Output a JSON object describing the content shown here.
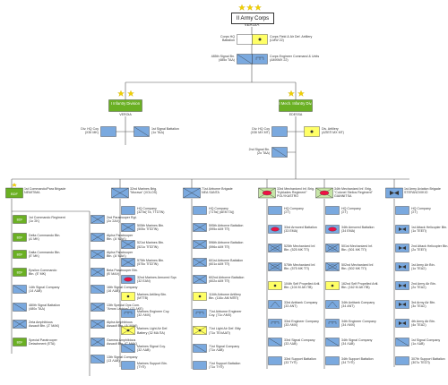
{
  "corps": {
    "name": "II Army Corps",
    "location": "VEROIA"
  },
  "hq": {
    "hq_company": "Corps HQ\nBattalion",
    "field_artillery": "Corps Field & Air Def. Artillery\n(LMW 22)",
    "signal_bn": "485th Signal Bn.\n(485o TAΔ)",
    "engineer": "Corps Engineer Command & Units\n(ΔMXMX 22)"
  },
  "infantry_div": {
    "name": "I Infantry Division",
    "location": "VEROIA",
    "hq_coy": "Div. HQ Coy\n(X3II MK)",
    "signal": "1st Signal Battalion\n(1o TAΔ)"
  },
  "mech_div": {
    "name": "I Mech. Infantry Div.",
    "location": "EDESSA",
    "hq_coy": "Div. HQ Coy\n(X3II MX MT)",
    "artillery": "Div. Artillery\n(ΔΠΕΠ MX MT)",
    "signal": "2nd Signal Bn.\n(2o TAΔ)"
  },
  "brigades": [
    {
      "name": "1st Commando/Para Brigade\nNEMITIMA"
    },
    {
      "name": "32nd Marines Brig.\n\"Morava\" (VOLOS)"
    },
    {
      "name": "71st Airborne Brigade\nNEA SANTA"
    },
    {
      "name": "33rd Mechanized Inf. Brig.\n\"Kyklades Regiment\"\nPOLYKASTRO"
    },
    {
      "name": "34th Mechanized Inf. Brig.\n\"Colonel Stelios Regiment\"\nGIANNITSA"
    },
    {
      "name": "1st Army Aviation Brigade\nSTEFANOVIKIO"
    }
  ],
  "commando_col1": [
    "1st Commando Regiment\n(1o ΣΚ)",
    "Delta Commando Btn.\n(Δ' MK)",
    "Dalta Commando Btn.\n(Ε' MK)",
    "Epsilon Commando\nBtn. (E' MK)",
    "14th Signal Company\n(14 ΛΔΒ)",
    "480th Signal Battalion\n(480o TAΔ)",
    "Zeta Amphibious\nAssault Btn. (Z' MAK)",
    "Special Paratrooper\nDetachment (ETA)"
  ],
  "commando_col2": [
    "2nd Paratrooper Rgt.\n(2o ΣΑΛ)",
    "Alpha Paratrooper\nBtn. (A' MAΛ)",
    "Alpha Paratrooper\nBtn. (A' MAΛ)",
    "Beta Paratrooper Btn.\n(B' MAΛ)",
    "16th Signal Company\n(16 ΛΔΒ)",
    "13th Special Ops Com.\n\"Amos Lachios\" (13 ΔΚΕ)",
    "Alpha Amphibious\nAssault Btn. (A' MAK)",
    "Gamma Amphibious\nAssault Btn. (Γ' MAK)",
    "13th Signal Company\n(13 ΛΔΒ)"
  ],
  "marines": [
    "HQ Company\n(32Ταξ Ta, TTΣΠΝ)",
    "505th Marines Btn.\n(505o TΠΣΠΝ)",
    "521st Marines Btn.\n(521o TΠΣΠΝ)",
    "575th Marines Btn.\n(575o TΠΣΠΝ)",
    "32nd Marines Armored Sqn\n(32 ΕΑΝ)",
    "Marines Artillery Btn.\n(MTTB)",
    "Marines Engineer Coy.\n(32 ΛΜΧ)",
    "Marines Light Air Def.\nBattery (32 ΜΑ ΠΑ)",
    "Marines Signal Coy.\n(32 ΛΔΒ)",
    "Marines Support Btn.\n(TYΠ)"
  ],
  "airborne": [
    "HQ Company\n(71Ταξ (ΑΕΜ TA))",
    "595th Airborne Battalion\n(595o A/M TΠ)",
    "596th Airborne Battalion\n(596o A/M TΠ)",
    "601st Airborne Battalion\n(601o A/M TΠ)",
    "602nd Airborne Battalion\n(602o A/M TΠ)",
    "116th Airborne Artillery\nBtn. (116o ΑΜ ΜΠΠ)",
    "71st Airborne Engineer\nCoy. (71o ΛΜΧ)",
    "71st Light Air Def. Btty.\n(71o ΤΕΛΑΑΠ)",
    "71st Signal Company\n(71o ΛΔΒ)",
    "71st Support Battalion\n(71o TYΠ)"
  ],
  "mech33": [
    "HQ Company\n(ΣΤ)",
    "33rd Armored Battalion\n(33 ΕΜΑ)",
    "525th Mechanized Inf.\nBtn. (525 MK TΠ)",
    "575th Mechanized Inf.\nBtn. (575 MK TΠ)",
    "104th Self Propelled Artil.\nBtn. (104 M ΑΚ ΠΒ)",
    "33rd Antitank Company\n(33 ΑΝΤ)",
    "33rd Engineer Company\n(33 ΛΜΧ)",
    "33rd Signal Company\n(33 ΛΔΒ)",
    "33rd Support Battalion\n(33 TYΠ)"
  ],
  "mech34": [
    "HQ Company\n(ΣΤ)",
    "34th Armored Battalion\n(34 ΕΜΑ)",
    "501st Mechanized Inf.\nBtn. (501 MK TΠ)",
    "502nd Mechanized Inf.\nBtn. (502 MK TΠ)",
    "162nd Self Propelled Artil.\nBtn. (162 M ΑΚ ΠΒ)",
    "34th Antitank Company\n(34 ΑΝΤ)",
    "34th Engineer Company\n(34 ΛΜΧ)",
    "34th Signal Company\n(34 ΛΔΒ)",
    "34th Support Battalion\n(34 TYΠ)"
  ],
  "aviation": [
    "HQ Company\n(ΣΤ)",
    "1st Attack Helicopter Btn.\n(1o TΕΕΠ)",
    "2nd Attack Helicopter Btn.\n(2o TΕΕΠ)",
    "1st Army Air Btn.\n(1o TEAΣ)",
    "2nd Army Air Btn.\n(2o TEAΣ)",
    "3rd Army Air Btn.\n(3o TEAΣ)",
    "4th Army Air Btn.\n(4o TEAΣ)",
    "1st Signal Company\n(1o ΛΔΒ)",
    "307th Support Battalion\n(307o TΕΣΠ)"
  ]
}
